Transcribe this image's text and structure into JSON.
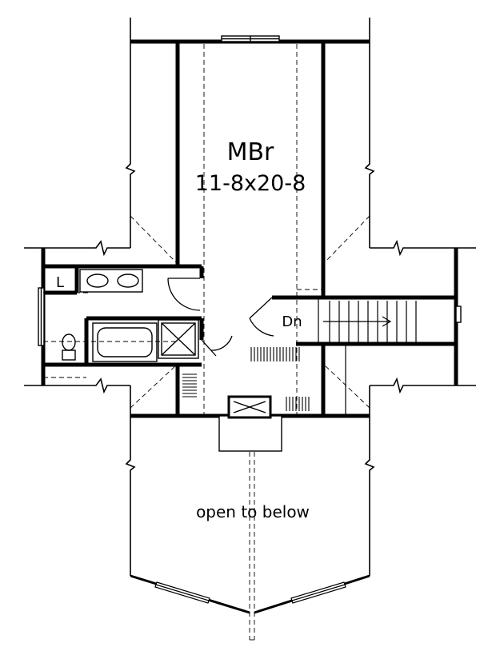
{
  "rooms": {
    "master_bedroom": {
      "name": "MBr",
      "dimensions": "11-8x20-8"
    },
    "linen": {
      "label": "L"
    },
    "stair": {
      "label": "Dn"
    },
    "open_area": {
      "label": "open to below"
    }
  },
  "colors": {
    "line": "#000000",
    "background": "#ffffff"
  }
}
